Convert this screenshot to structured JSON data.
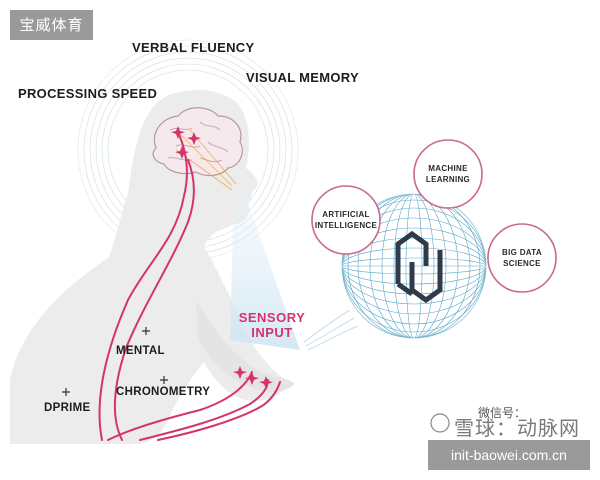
{
  "watermark_top": "宝威体育",
  "labels": {
    "verbal_fluency": "VERBAL FLUENCY",
    "visual_memory": "VISUAL MEMORY",
    "processing_speed": "PROCESSING SPEED",
    "sensory_line1": "SENSORY",
    "sensory_line2": "INPUT",
    "mental": "MENTAL",
    "chronometry": "CHRONOMETRY",
    "dprime": "DPRIME"
  },
  "nodes": {
    "machine_learning_1": "MACHINE",
    "machine_learning_2": "LEARNING",
    "ai_1": "ARTIFICIAL",
    "ai_2": "INTELLIGENCE",
    "bigdata_1": "BIG DATA",
    "bigdata_2": "SCIENCE"
  },
  "watermark_wechat": "微信号：",
  "watermark_brand": "雪球：动脉网",
  "watermark_bottom": "init-baowei.com.cn",
  "colors": {
    "nerve": "#d6336c",
    "silhouette": "#ececec",
    "globe_lines": "#5aa7c8",
    "node_ring": "#c96a8a",
    "logo": "#2f3b4a",
    "beam": "#dcebf5"
  }
}
